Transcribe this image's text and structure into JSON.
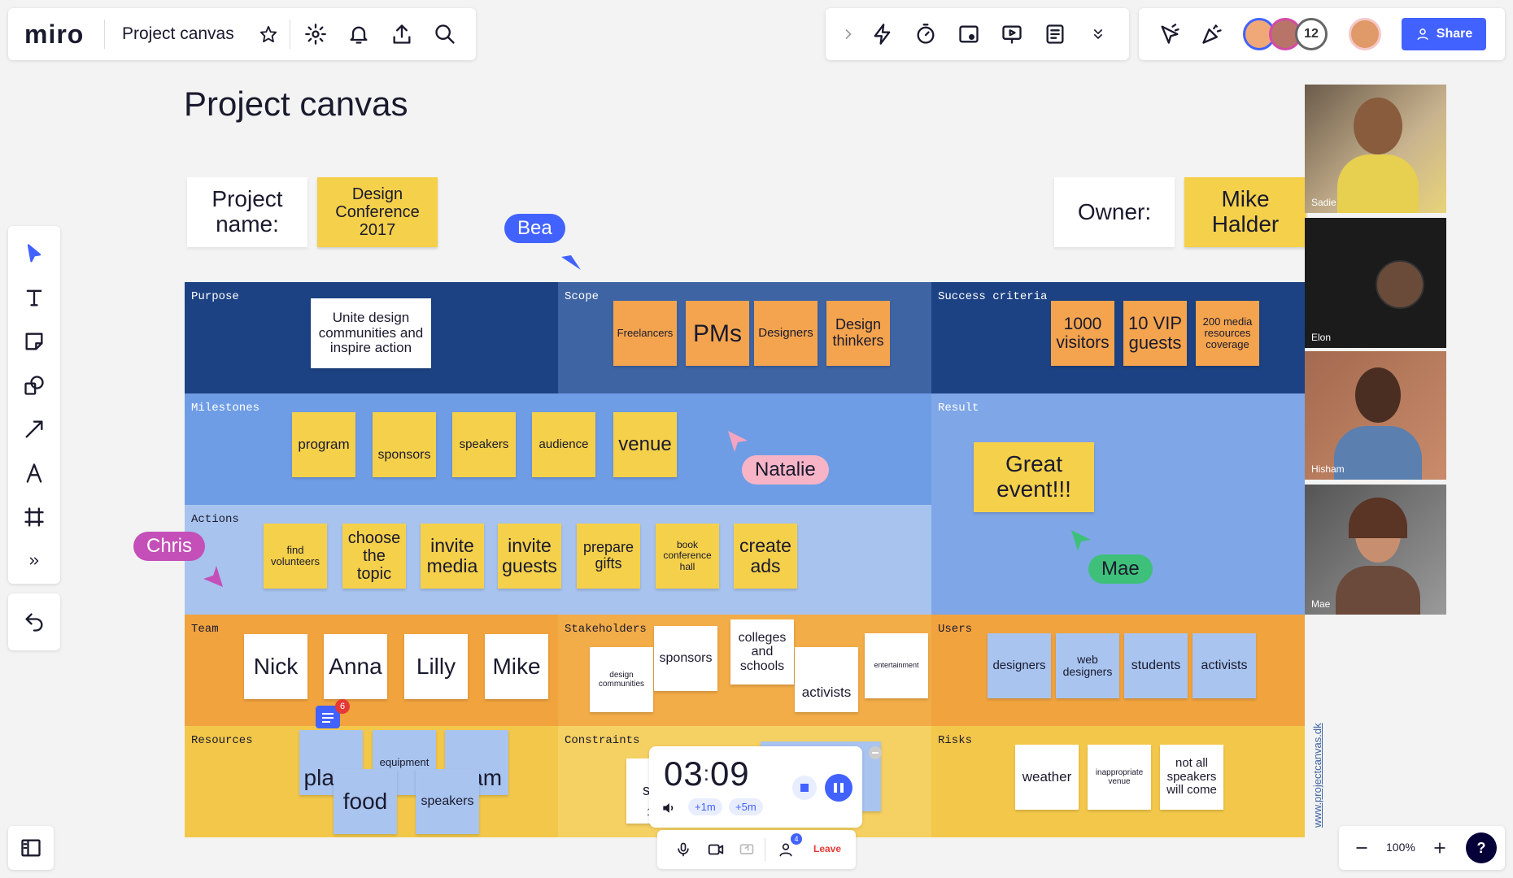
{
  "app": {
    "logo": "miro",
    "board_title": "Project canvas"
  },
  "toolbar_right": {
    "share_label": "Share",
    "participant_count": "12"
  },
  "board": {
    "heading": "Project canvas"
  },
  "header_cards": {
    "project_name_label": "Project name:",
    "project_name_value": "Design Conference 2017",
    "owner_label": "Owner:",
    "owner_value": "Mike Halder"
  },
  "sections": {
    "purpose": {
      "label": "Purpose",
      "notes": [
        "Unite design communities and inspire action"
      ]
    },
    "scope": {
      "label": "Scope",
      "notes": [
        "Freelancers",
        "PMs",
        "Designers",
        "Design thinkers"
      ]
    },
    "success": {
      "label": "Success criteria",
      "notes": [
        "1000 visitors",
        "10 VIP guests",
        "200 media resources coverage"
      ]
    },
    "milestones": {
      "label": "Milestones",
      "notes": [
        "program",
        "sponsors",
        "speakers",
        "audience",
        "venue"
      ]
    },
    "result": {
      "label": "Result",
      "notes": [
        "Great event!!!"
      ]
    },
    "actions": {
      "label": "Actions",
      "notes": [
        "find volunteers",
        "choose the topic",
        "invite media",
        "invite guests",
        "prepare gifts",
        "book conference hall",
        "create ads"
      ]
    },
    "team": {
      "label": "Team",
      "notes": [
        "Nick",
        "Anna",
        "Lilly",
        "Mike"
      ]
    },
    "stakeholders": {
      "label": "Stakeholders",
      "notes": [
        "design communities",
        "sponsors",
        "colleges and schools",
        "activists",
        "entertainment"
      ]
    },
    "users": {
      "label": "Users",
      "notes": [
        "designers",
        "web designers",
        "students",
        "activists"
      ]
    },
    "resources": {
      "label": "Resources",
      "notes": [
        "place",
        "equipment",
        "team",
        "food",
        "speakers"
      ]
    },
    "constraints": {
      "label": "Constraints",
      "notes": [
        "s",
        "1"
      ]
    },
    "risks": {
      "label": "Risks",
      "notes": [
        "weather",
        "inappropriate venue",
        "not all speakers will come"
      ]
    }
  },
  "cursors": {
    "bea": "Bea",
    "natalie": "Natalie",
    "chris": "Chris",
    "mae": "Mae"
  },
  "comment_badge": "6",
  "timer": {
    "minutes": "03",
    "seconds": "09",
    "plus1": "+1m",
    "plus5": "+5m"
  },
  "call_bar": {
    "leave": "Leave",
    "participants_badge": "4"
  },
  "watermark": "www.projectcanvas.dk",
  "zoom": {
    "level": "100%",
    "help": "?"
  },
  "video_tiles": [
    "Sadie",
    "Elon",
    "Hisham",
    "Mae"
  ],
  "colors": {
    "dark_navy": "#1d4283",
    "mid_blue": "#3f64a4",
    "milestone_blue": "#6f9de5",
    "light_blue": "#a7c3ee",
    "orange": "#f1a33e",
    "yellow": "#f3c84a",
    "accent": "#4262ff"
  }
}
